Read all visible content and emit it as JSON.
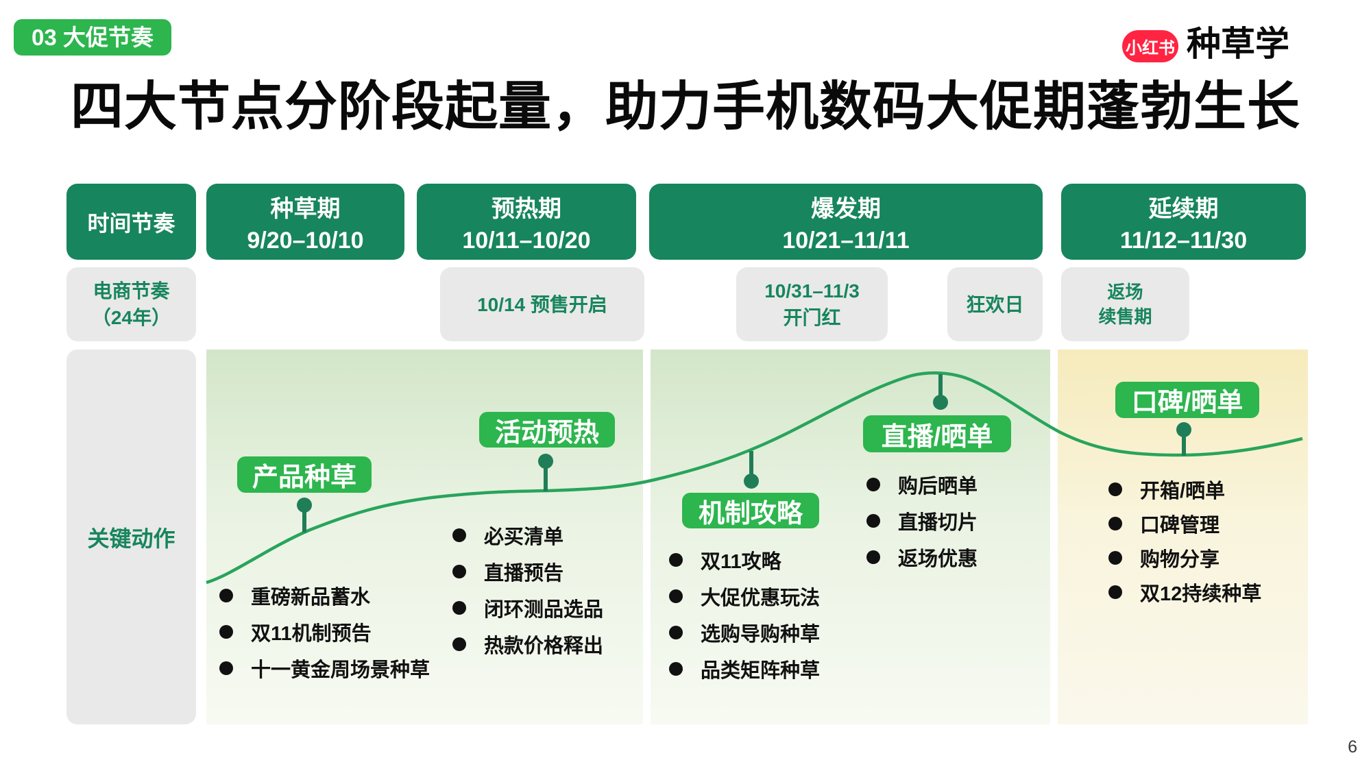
{
  "slide_badge": "03 大促节奏",
  "brand": {
    "logo_text": "小红书",
    "suffix": "种草学"
  },
  "title": "四大节点分阶段起量，助力手机数码大促期蓬勃生长",
  "header": {
    "row_label": "时间节奏",
    "phases": [
      {
        "name": "种草期",
        "dates": "9/20–10/10"
      },
      {
        "name": "预热期",
        "dates": "10/11–10/20"
      },
      {
        "name": "爆发期",
        "dates": "10/21–11/11"
      },
      {
        "name": "延续期",
        "dates": "11/12–11/30"
      }
    ]
  },
  "ecommerce": {
    "row_label_line1": "电商节奏",
    "row_label_line2": "（24年）",
    "events": [
      {
        "lines": [
          "10/14 预售开启"
        ]
      },
      {
        "lines": [
          "10/31–11/3",
          "开门红"
        ]
      },
      {
        "lines": [
          "狂欢日"
        ]
      },
      {
        "lines": [
          "返场",
          "续售期"
        ]
      }
    ]
  },
  "actions": {
    "row_label": "关键动作",
    "groups": [
      {
        "badge": "产品种草",
        "items": [
          "重磅新品蓄水",
          "双11机制预告",
          "十一黄金周场景种草"
        ]
      },
      {
        "badge": "活动预热",
        "items": [
          "必买清单",
          "直播预告",
          "闭环测品选品",
          "热款价格释出"
        ]
      },
      {
        "badge": "机制攻略",
        "items": [
          "双11攻略",
          "大促优惠玩法",
          "选购导购种草",
          "品类矩阵种草"
        ]
      },
      {
        "badge": "直播/晒单",
        "items": [
          "购后晒单",
          "直播切片",
          "返场优惠"
        ]
      },
      {
        "badge": "口碑/晒单",
        "items": [
          "开箱/晒单",
          "口碑管理",
          "购物分享",
          "双12持续种草"
        ]
      }
    ]
  },
  "page_number": "6",
  "colors": {
    "header_green": "#17855D",
    "badge_green": "#2DB54E",
    "curve_green": "#28A45C",
    "pin_green": "#1F7E57",
    "logo_red": "#FF2442",
    "gray_box": "#E9E9E9"
  }
}
